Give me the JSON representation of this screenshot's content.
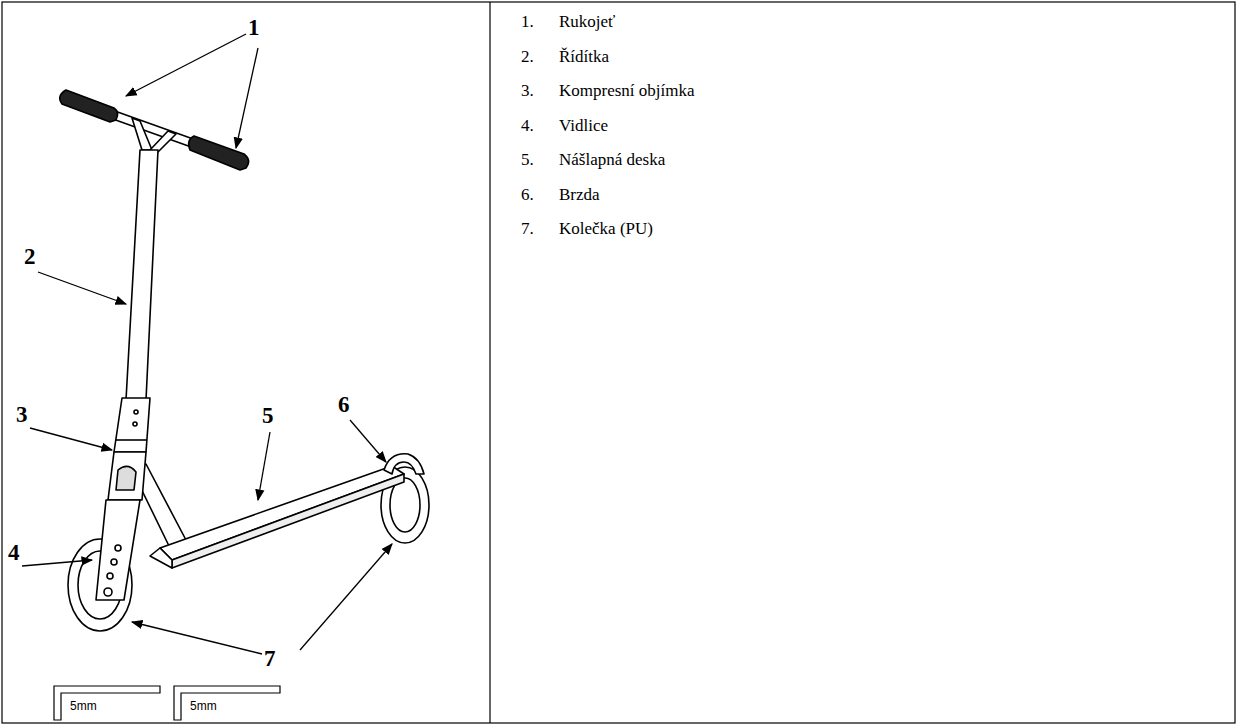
{
  "diagram": {
    "labels": [
      "1",
      "2",
      "3",
      "4",
      "5",
      "6",
      "7",
      "5mm",
      "5mm",
      "1.",
      "Rukojeť",
      "2.",
      "Řídítka",
      "3.",
      "Kompresní objímka",
      "4.",
      "Vidlice",
      "5.",
      "Nášlapná deska",
      "6.",
      "Brzda",
      "7.",
      "Kolečka (PU)"
    ]
  }
}
